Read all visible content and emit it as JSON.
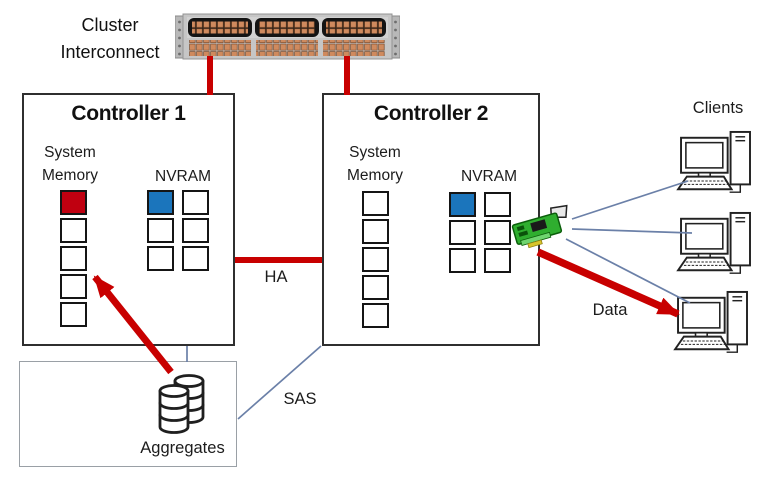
{
  "colors": {
    "accent_red": "#c80000",
    "memory_used_red": "#c00010",
    "nvram_used_blue": "#1b75bc",
    "connector_blue": "#6b80a8",
    "nic_green": "#2fae2f"
  },
  "cluster_interconnect": {
    "label_line1": "Cluster",
    "label_line2": "Interconnect",
    "icon": "rack-switch-icon"
  },
  "controller1": {
    "title": "Controller 1",
    "system_memory": {
      "label_line1": "System",
      "label_line2": "Memory",
      "cells": [
        "red",
        "empty",
        "empty",
        "empty",
        "empty"
      ]
    },
    "nvram": {
      "label": "NVRAM",
      "cells": [
        "blue",
        "empty",
        "empty",
        "empty",
        "empty",
        "empty"
      ]
    }
  },
  "controller2": {
    "title": "Controller 2",
    "system_memory": {
      "label_line1": "System",
      "label_line2": "Memory",
      "cells": [
        "empty",
        "empty",
        "empty",
        "empty",
        "empty"
      ]
    },
    "nvram": {
      "label": "NVRAM",
      "cells": [
        "blue",
        "empty",
        "empty",
        "empty",
        "empty",
        "empty"
      ]
    }
  },
  "links": {
    "ha_label": "HA",
    "sas_label": "SAS",
    "data_label": "Data"
  },
  "aggregates": {
    "label": "Aggregates",
    "icon": "database-cylinders-icon"
  },
  "clients": {
    "label": "Clients",
    "count": 3,
    "icon": "desktop-computer-icon"
  },
  "nic": {
    "icon": "network-card-icon"
  }
}
